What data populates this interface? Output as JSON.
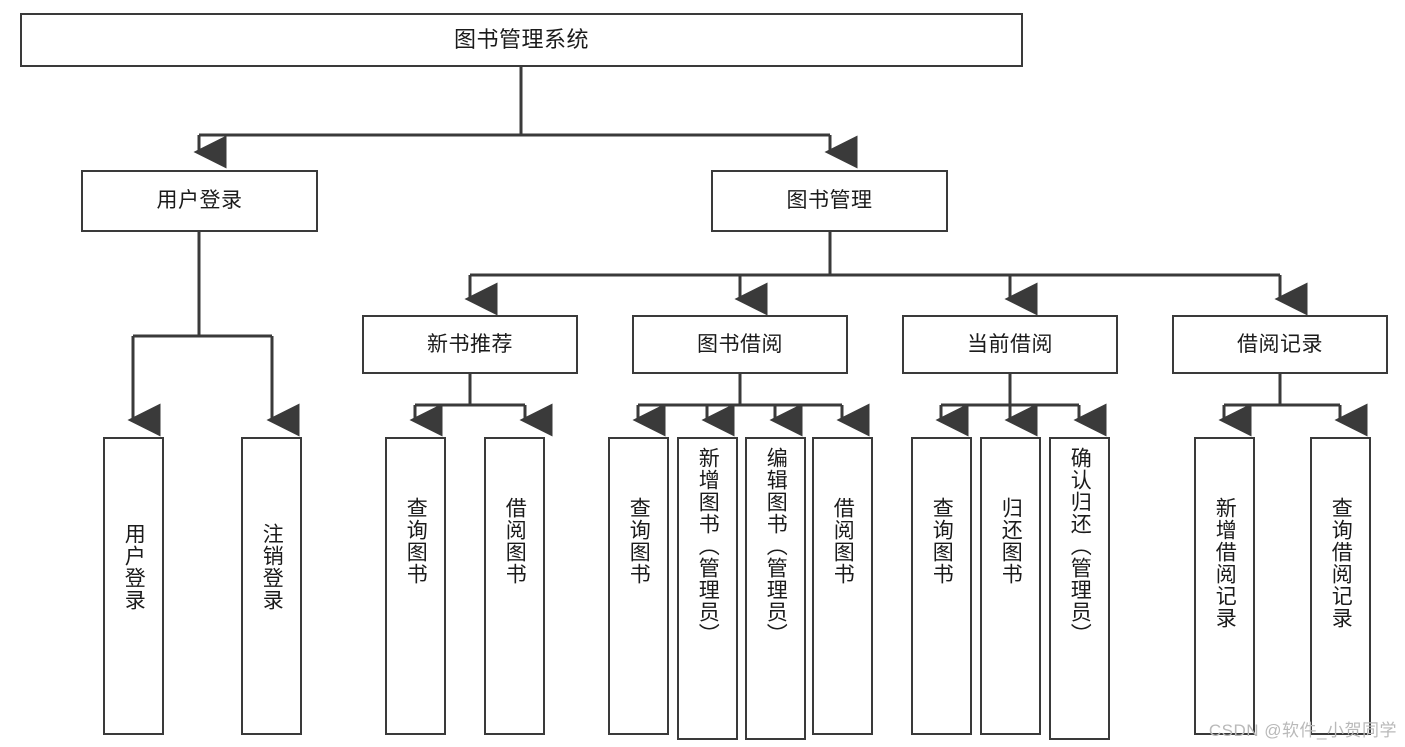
{
  "diagram": {
    "title": "图书管理系统",
    "type": "tree",
    "watermark": "CSDN @软件_小贺同学",
    "stroke_color": "#3a3a3a",
    "fill_color": "#ffffff",
    "text_color": "#1b1b1b",
    "watermark_color": "#b9b9b9"
  },
  "nodes": {
    "root": {
      "label": "图书管理系统"
    },
    "level2": [
      {
        "label": "用户登录"
      },
      {
        "label": "图书管理"
      }
    ],
    "level3": [
      {
        "label": "新书推荐"
      },
      {
        "label": "图书借阅"
      },
      {
        "label": "当前借阅"
      },
      {
        "label": "借阅记录"
      }
    ],
    "leaves": {
      "user_login": [
        {
          "label": "用户登录"
        },
        {
          "label": "注销登录"
        }
      ],
      "new_book_recommend": [
        {
          "label": "查询图书"
        },
        {
          "label": "借阅图书"
        }
      ],
      "book_borrow": [
        {
          "label": "查询图书"
        },
        {
          "label": "新增图书（管理员）"
        },
        {
          "label": "编辑图书（管理员）"
        },
        {
          "label": "借阅图书"
        }
      ],
      "current_borrow": [
        {
          "label": "查询图书"
        },
        {
          "label": "归还图书"
        },
        {
          "label": "确认归还（管理员）"
        }
      ],
      "borrow_records": [
        {
          "label": "新增借阅记录"
        },
        {
          "label": "查询借阅记录"
        }
      ]
    }
  }
}
